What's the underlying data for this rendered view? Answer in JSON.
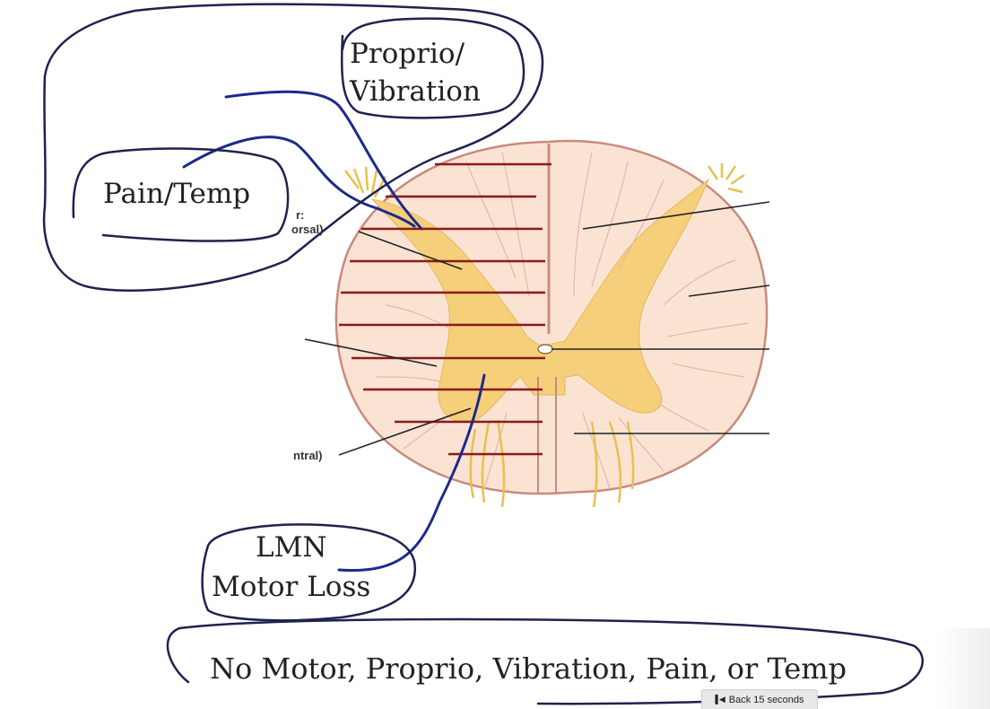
{
  "annotations": {
    "proprio_line1": "Proprio/",
    "proprio_line2": "Vibration",
    "pain_temp": "Pain/Temp",
    "lmn_line1": "LMN",
    "lmn_line2": "Motor Loss",
    "summary": "No Motor, Proprio, Vibration, Pain, or Temp"
  },
  "figure_labels": {
    "partial_1": "r:",
    "partial_2": "orsal)",
    "partial_3": "ntral)"
  },
  "player": {
    "back_icon": "skip-back-icon",
    "back_label": "Back 15 seconds"
  },
  "colors": {
    "ink_blue": "#1c2a8c",
    "ink_navy": "#1f2250",
    "hatch_red": "#8b1a1a",
    "gray_matter": "#f5cf7a",
    "white_matter": "#fbe3d3",
    "cord_outline": "#c98a7e",
    "nerve_root": "#e9c04a"
  }
}
